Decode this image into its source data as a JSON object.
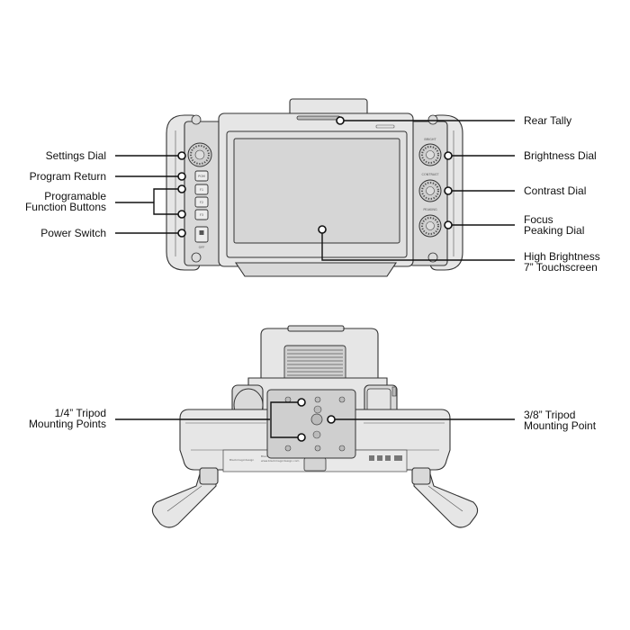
{
  "front_view": {
    "callouts": {
      "settings_dial": "Settings Dial",
      "program_return": "Program Return",
      "programmable_function_buttons": [
        "Programable",
        "Function Buttons"
      ],
      "power_switch": "Power Switch",
      "rear_tally": "Rear Tally",
      "brightness_dial": "Brightness Dial",
      "contrast_dial": "Contrast Dial",
      "focus_peaking_dial": [
        "Focus",
        "Peaking Dial"
      ],
      "touchscreen": [
        "High Brightness",
        "7” Touchscreen"
      ]
    },
    "panel_text": {
      "pgm": "PGM",
      "f1": "F1",
      "f2": "F2",
      "f3": "F3",
      "off": "OFF",
      "bright": "BRIGHT",
      "contrast": "CONTRAST",
      "peaking": "PEAKING"
    }
  },
  "rear_view": {
    "callouts": {
      "tripod_quarter_inch": [
        "1/4” Tripod",
        "Mounting Points"
      ],
      "tripod_three_eighths": [
        "3/8” Tripod",
        "Mounting Point"
      ]
    },
    "plate_text": [
      "Blackmagic Studio Camera 4K Pro",
      "www.blackmagicdesign.com"
    ],
    "brand_text": "Blackmagicdesign"
  },
  "colors": {
    "outline": "#333333",
    "device_body": "#e6e6e6",
    "screen": "#d6d6d6",
    "leader": "#111111"
  }
}
